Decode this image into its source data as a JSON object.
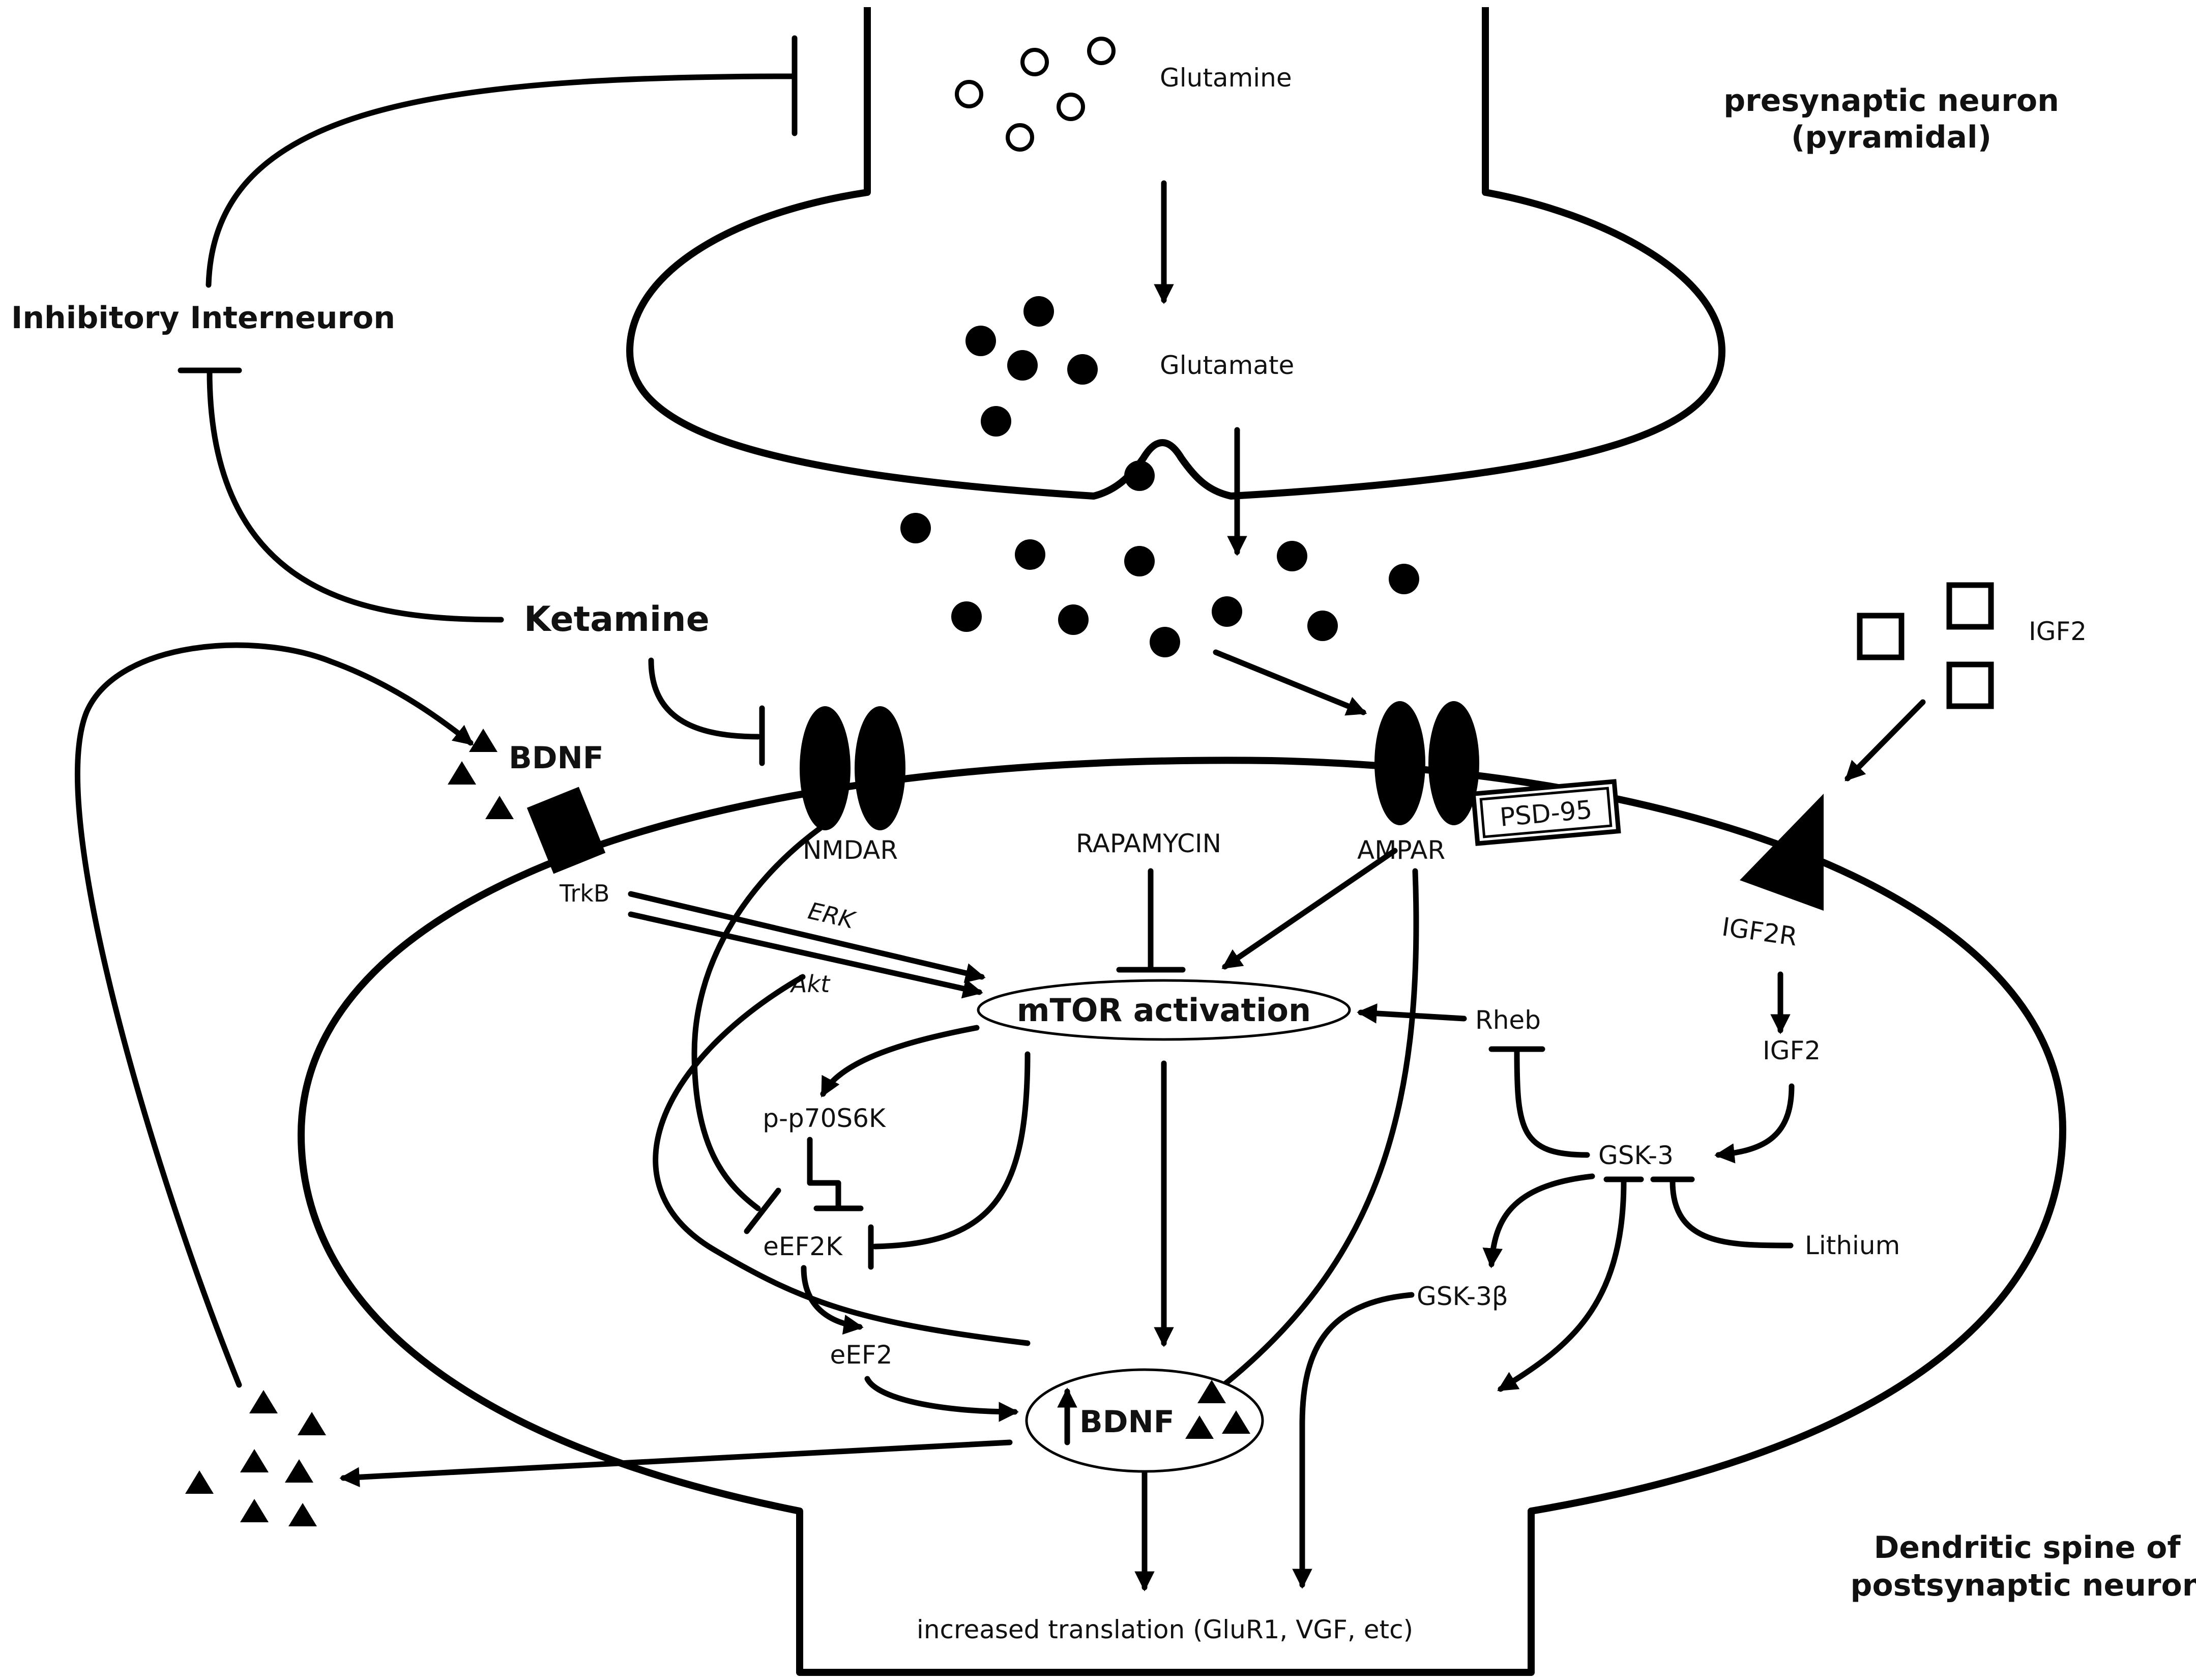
{
  "presynaptic": {
    "title_line1": "presynaptic neuron",
    "title_line2": "(pyramidal)",
    "glutamine": "Glutamine",
    "glutamate": "Glutamate"
  },
  "postsynaptic": {
    "title_line1": "Dendritic spine of",
    "title_line2": "postsynaptic neuron"
  },
  "interneuron": "Inhibitory Interneuron",
  "ketamine": "Ketamine",
  "bdnf_extracellular": "BDNF",
  "receptors": {
    "trkb": "TrkB",
    "nmdar": "NMDAR",
    "ampar": "AMPAR",
    "psd95": "PSD-95",
    "igf2r": "IGF2R"
  },
  "igf2_outside": "IGF2",
  "rapamycin": "RAPAMYCIN",
  "pathway": {
    "erk": "ERK",
    "akt": "Akt",
    "mtor": "mTOR activation",
    "rheb": "Rheb",
    "igf2_inside": "IGF2",
    "gsk3": "GSK-3",
    "lithium": "Lithium",
    "gsk3b": "GSK-3β",
    "p70s6k": "p-p70S6K",
    "eef2k": "eEF2K",
    "eef2": "eEF2",
    "bdnf_up": "BDNF",
    "translation": "increased translation (GluR1, VGF, etc)"
  },
  "colors": {
    "line": "#000000",
    "background": "#ffffff"
  }
}
